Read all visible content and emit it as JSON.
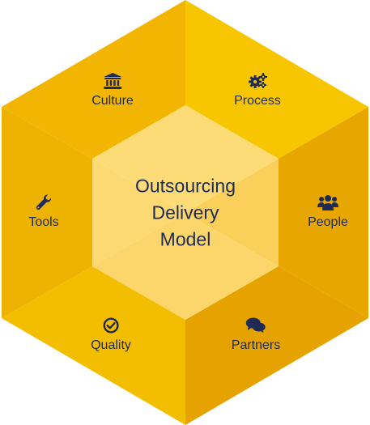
{
  "center": {
    "title_lines": [
      "Outsourcing",
      "Delivery",
      "Model"
    ]
  },
  "segments": [
    {
      "key": "culture",
      "label": "Culture",
      "icon": "bank-icon"
    },
    {
      "key": "process",
      "label": "Process",
      "icon": "gears-icon"
    },
    {
      "key": "people",
      "label": "People",
      "icon": "users-icon"
    },
    {
      "key": "partners",
      "label": "Partners",
      "icon": "comments-icon"
    },
    {
      "key": "quality",
      "label": "Quality",
      "icon": "check-circle-icon"
    },
    {
      "key": "tools",
      "label": "Tools",
      "icon": "wrench-icon"
    }
  ],
  "colors": {
    "text": "#1f2a55",
    "top_left_face": "#f2b502",
    "top_right_face": "#f7c600",
    "right_face": "#e8a700",
    "bottom_right_face": "#e6a300",
    "bottom_left_face": "#f3bd00",
    "left_face": "#eeb300",
    "center_top": "#fddc77",
    "center_right": "#fbd05a",
    "center_bottom": "#fcd66a",
    "center_left": "#fdd974"
  }
}
